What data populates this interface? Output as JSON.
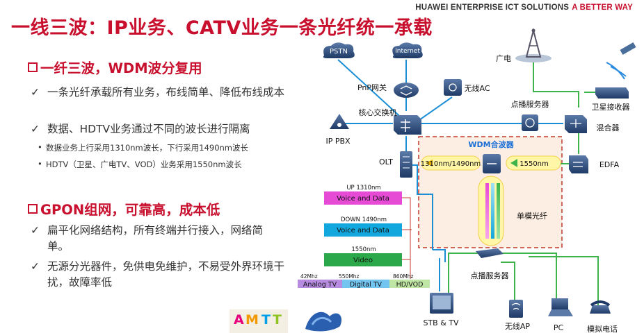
{
  "header": {
    "brand": "HUAWEI ENTERPRISE ICT SOLUTIONS",
    "brand_tagline": "A BETTER WAY",
    "title": "一线三波：IP业务、CATV业务一条光纤统一承载"
  },
  "section1": {
    "title": "一纤三波，WDM波分复用",
    "bullets": [
      "一条光纤承载所有业务，布线简单、降低布线成本",
      "数据、HDTV业务通过不同的波长进行隔离"
    ],
    "sub_bullets": [
      "数据业务上行采用1310nm波长，下行采用1490nm波长",
      "HDTV（卫星、广电TV、VOD）业务采用1550nm波长"
    ]
  },
  "section2": {
    "title": "GPON组网，可靠高，成本低",
    "bullets": [
      "扁平化网络结构，所有终端并行接入，网络简单。",
      "无源分光器件，免供电免维护，不易受外界环境干扰，故障率低"
    ]
  },
  "diagram": {
    "nodes": {
      "pstn": "PSTN",
      "internet": "Internet",
      "pnp_gateway": "PnP网关",
      "wireless_ac": "无线AC",
      "core_switch": "核心交换机",
      "ip_pbx": "IP PBX",
      "olt": "OLT",
      "broadcast": "广电",
      "splitter_top": "点播服务器",
      "satellite_receiver": "卫星接收器",
      "mixer": "混合器",
      "edfa": "EDFA",
      "wdm_combiner": "WDM合波器",
      "wave_data": "1310nm/1490nm",
      "wave_video": "1550nm",
      "single_mode_fiber": "单模光纤",
      "splitter_bottom": "点播服务器",
      "stb_tv": "STB & TV",
      "wireless_ap": "无线AP",
      "pc": "PC",
      "analog_phone": "模拟电话"
    },
    "spectrum": {
      "up_label": "UP 1310nm",
      "up_band": "Voice and Data",
      "down_label": "DOWN 1490nm",
      "down_band": "Voice and Data",
      "video_label": "1550nm",
      "video_band": "Video",
      "freq_labels": [
        "42Mhz",
        "550Mhz",
        "860Mhz"
      ],
      "bands": [
        "Analog TV",
        "Digital TV",
        "HD/VOD"
      ]
    },
    "colors": {
      "data_link": "#1a8fd6",
      "video_link": "#3cb44b",
      "up_band": "#e64bd6",
      "down_band": "#12a7dd",
      "video_band": "#2aa84a"
    }
  }
}
